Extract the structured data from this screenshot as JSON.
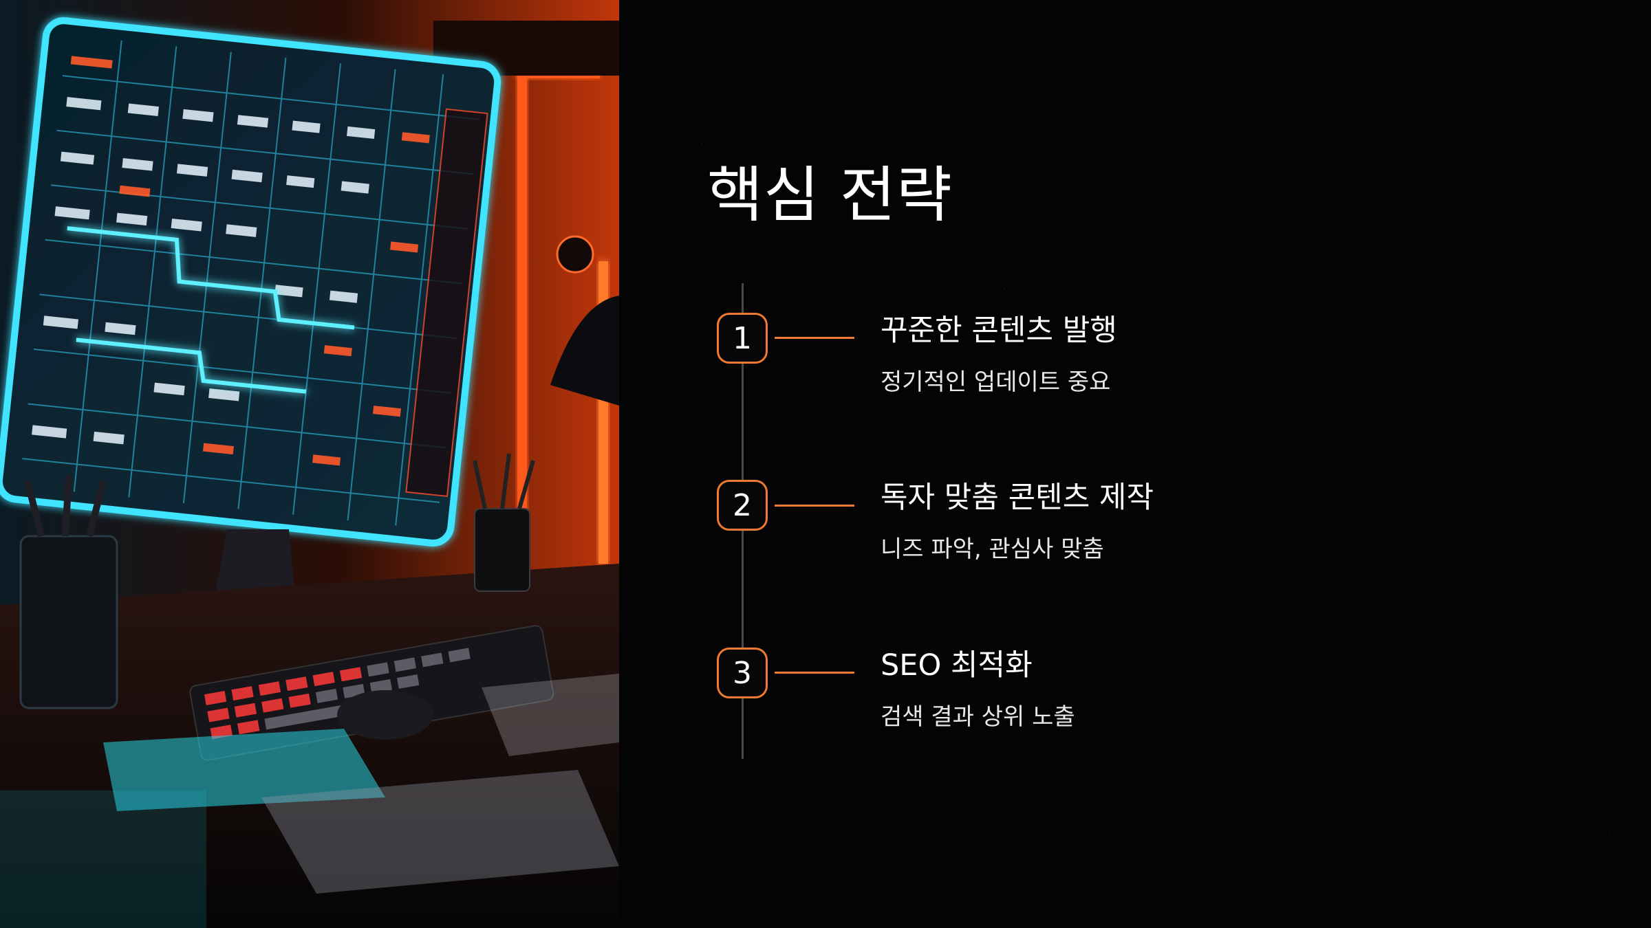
{
  "slide": {
    "title": "핵심 전략",
    "accent_color": "#ee7b31",
    "steps": [
      {
        "number": "1",
        "title": "꾸준한 콘텐츠 발행",
        "description": "정기적인 업데이트 중요"
      },
      {
        "number": "2",
        "title": "독자 맞춤 콘텐츠 제작",
        "description": "니즈 파악, 관심사 맞춤"
      },
      {
        "number": "3",
        "title": "SEO 최적화",
        "description": "검색 결과 상위 노출"
      }
    ]
  }
}
